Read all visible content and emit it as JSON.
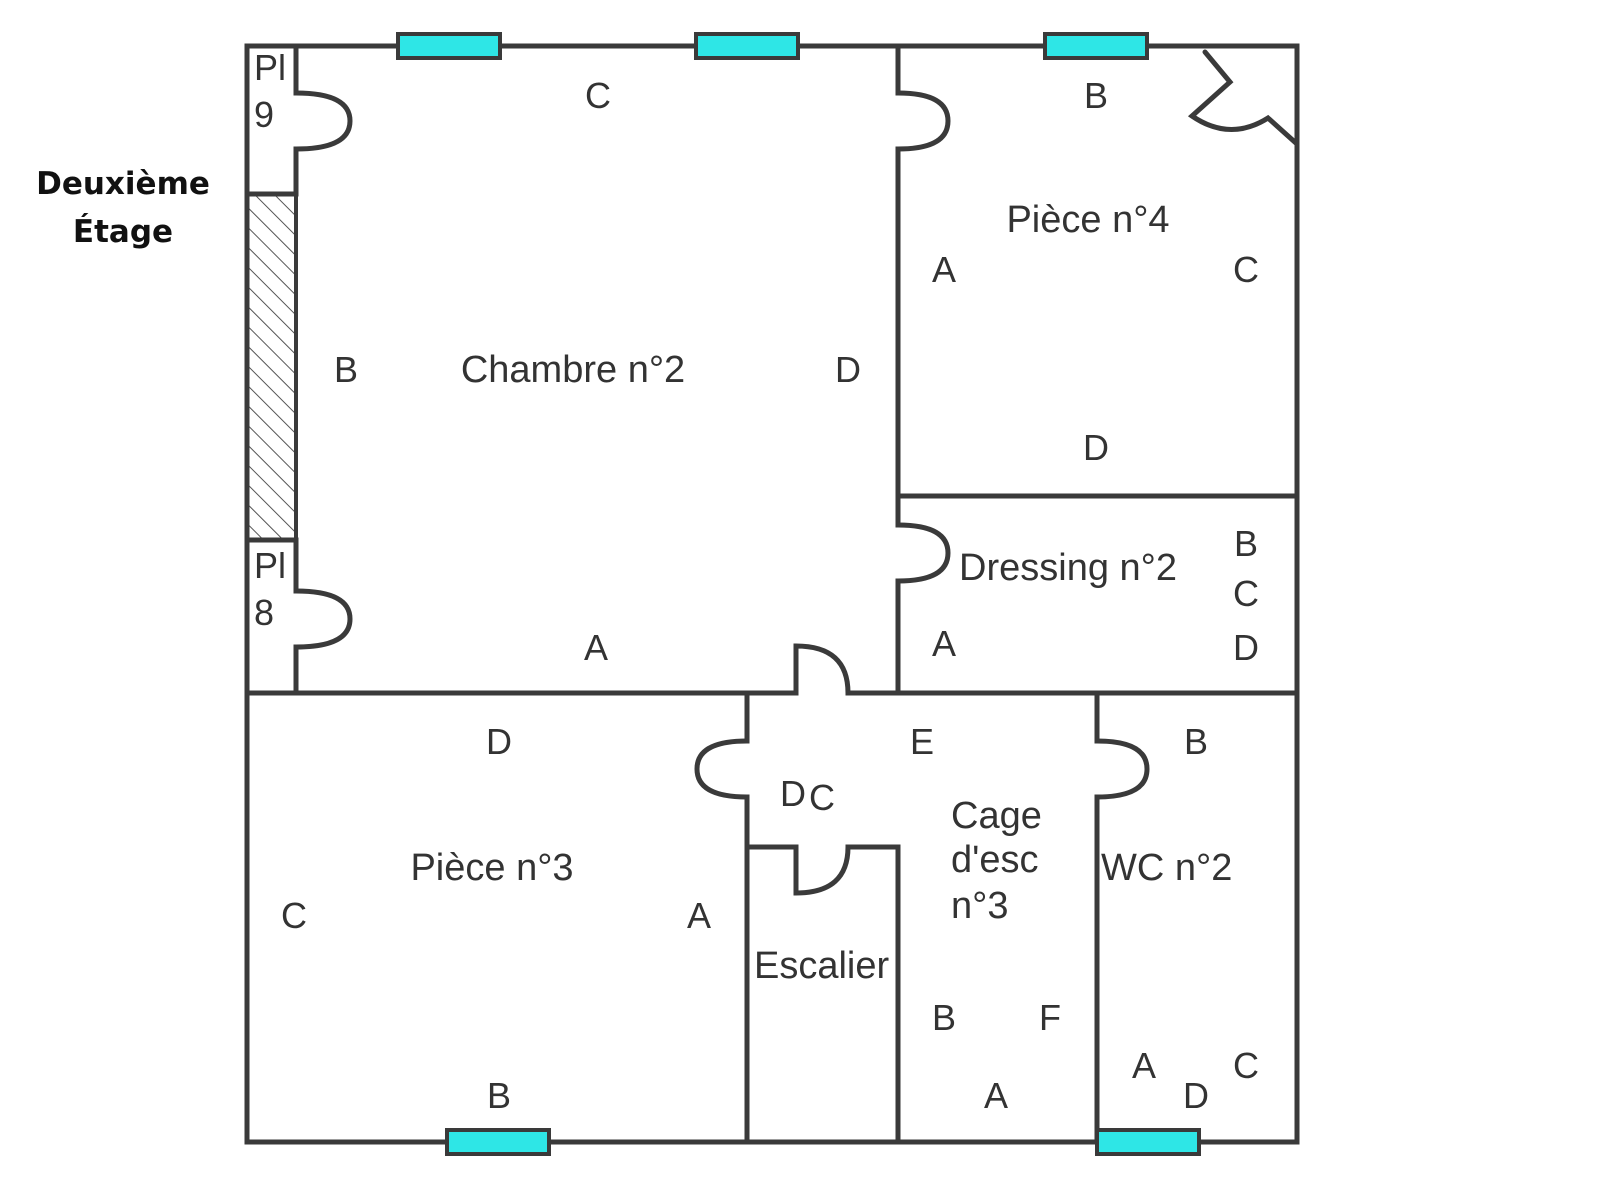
{
  "floor_title": {
    "line1": "Deuxième",
    "line2": "Étage"
  },
  "colors": {
    "wall": "#3a3a3a",
    "window": "#2ee6e6",
    "hatch": "#555555",
    "text": "#333333"
  },
  "rooms": {
    "chambre2": "Chambre n°2",
    "piece4": "Pièce n°4",
    "dressing2": "Dressing n°2",
    "piece3": "Pièce n°3",
    "escalier": "Escalier",
    "cage_line1": "Cage",
    "cage_line2": "d'esc",
    "cage_line3": "n°3",
    "wc2": "WC n°2",
    "pl9_line1": "Pl",
    "pl9_line2": "9",
    "pl8_line1": "Pl",
    "pl8_line2": "8"
  },
  "walls": {
    "chambre2": {
      "a": "A",
      "b": "B",
      "c": "C",
      "d": "D"
    },
    "piece4": {
      "a": "A",
      "b": "B",
      "c": "C",
      "d": "D"
    },
    "dressing2": {
      "a": "A",
      "b": "B",
      "c": "C",
      "d": "D"
    },
    "piece3": {
      "a": "A",
      "b": "B",
      "c": "C",
      "d": "D"
    },
    "landing": {
      "d": "D",
      "c": "C",
      "e": "E"
    },
    "cage3": {
      "a": "A",
      "b": "B",
      "f": "F"
    },
    "wc2": {
      "a": "A",
      "b": "B",
      "c": "C",
      "d": "D"
    }
  }
}
